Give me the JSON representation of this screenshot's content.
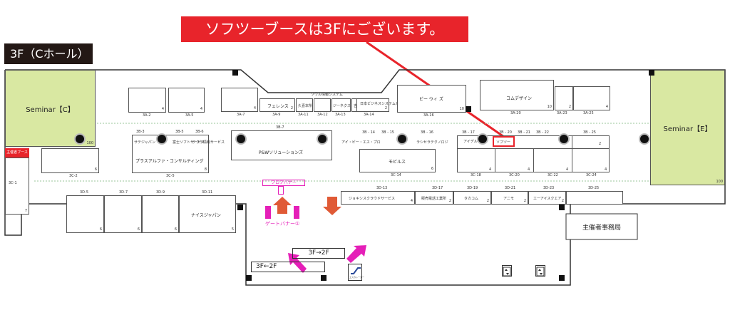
{
  "callout": "ソフツーブースは3Fにございます。",
  "floor_label": "3F（Cホール）",
  "seminar_c": "Seminar【C】",
  "seminar_e": "Seminar【E】",
  "seminar_c_num": "100",
  "seminar_e_num": "100",
  "office": "主催者事務局",
  "organizer_booth": "主催者ブース",
  "floor_banner": "フロアバナー",
  "gate_banner": "ゲートバナー①",
  "down_arrow": "3F→2F",
  "up_arrow": "3F←2F",
  "escalator": "エスカレーター",
  "booths": {
    "b3a2": {
      "code": "3A-2",
      "num": "4"
    },
    "b3a5": {
      "code": "3A-5",
      "num": "4"
    },
    "b3a7": {
      "code": "3A-7",
      "num": "4"
    },
    "b3a9": {
      "code": "3A-9",
      "name": "フェレンス",
      "num": "2"
    },
    "b3a11": {
      "code": "3A-11",
      "name": "久喜本所"
    },
    "b3a12": {
      "code": "3A-12",
      "name": "ソウル情報システム"
    },
    "b3a13": {
      "code": "3A-13",
      "name": "ジーネクスト"
    },
    "b3a14": {
      "code": "3A-14",
      "name": "日本ビジネスシステムセンター",
      "num": "2"
    },
    "b3a14b": {
      "name": "吉田産業"
    },
    "b3a16": {
      "code": "3A-16",
      "name": "ビー ウィ ズ",
      "num": "10"
    },
    "b3a20": {
      "code": "3A-20",
      "name": "コムデザイン",
      "num": "10"
    },
    "b3a23": {
      "code": "3A-23",
      "num": "2"
    },
    "b3a25": {
      "code": "3A-25",
      "num": "4"
    },
    "b3b3": {
      "code": "3B-3",
      "name": "サテジャパン"
    },
    "b3b5": {
      "code": "3B-5",
      "name": "富士ソフトサービス"
    },
    "b3b6": {
      "code": "3B-6",
      "name": "テクラ情報サービス"
    },
    "b3b7": {
      "code": "3B-7",
      "name": "P&Wソリューションズ"
    },
    "b3b14": {
      "code": "3B - 14",
      "name": "アイ・ビー・エス・プロ"
    },
    "b3b15": {
      "code": "3B - 15"
    },
    "b3b16": {
      "code": "3B - 16",
      "name": "ラシセラテクノロジ"
    },
    "b3b17": {
      "code": "3B - 17",
      "name": "アイデルリンク"
    },
    "b3b20": {
      "code": "3B - 20",
      "name": "ソフツー"
    },
    "b3b21": {
      "code": "3B - 21"
    },
    "b3b22": {
      "code": "3B - 22"
    },
    "b3b25": {
      "code": "3B - 25",
      "num": "2"
    },
    "b3c2": {
      "code": "3C-2",
      "num": "6"
    },
    "b3c5": {
      "code": "3C-5",
      "name": "プラスアルファ・コンサルティング",
      "num": "8"
    },
    "b3c14": {
      "code": "3C-14",
      "name": "モビルス",
      "num": "6"
    },
    "b3c18": {
      "code": "3C-18",
      "num": "4"
    },
    "b3c20": {
      "code": "3C-20",
      "num": "4"
    },
    "b3c22": {
      "code": "3C-22",
      "num": "4"
    },
    "b3c24": {
      "code": "3C-24",
      "num": "4"
    },
    "b3c1": {
      "code": "3C-1"
    },
    "b3d5": {
      "code": "3D-5",
      "num": "6"
    },
    "b3d7": {
      "code": "3D-7",
      "num": "6"
    },
    "b3d9": {
      "code": "3D-9",
      "num": "6"
    },
    "b3d11": {
      "code": "3D-11",
      "name": "ナイスジャパン",
      "num": "5"
    },
    "b3d13": {
      "code": "3D-13",
      "name": "ジョキシスクラウドサービス",
      "num": "4"
    },
    "b3d17": {
      "code": "3D-17",
      "name": "販売電話工業所",
      "num": "2"
    },
    "b3d19": {
      "code": "3D-19",
      "name": "タカコム",
      "num": "2"
    },
    "b3d21": {
      "code": "3D-21",
      "name": "アニモ",
      "num": "2"
    },
    "b3d23": {
      "code": "3D-23",
      "name": "エーアイスクエア",
      "num": "2"
    },
    "b3d25": {
      "code": "3D-25"
    },
    "organizer_num": "7"
  },
  "colors": {
    "accent_red": "#e8242b",
    "seminar": "#d9e8a2",
    "pink": "#e51fb8",
    "arrow_red": "#e05a36"
  }
}
